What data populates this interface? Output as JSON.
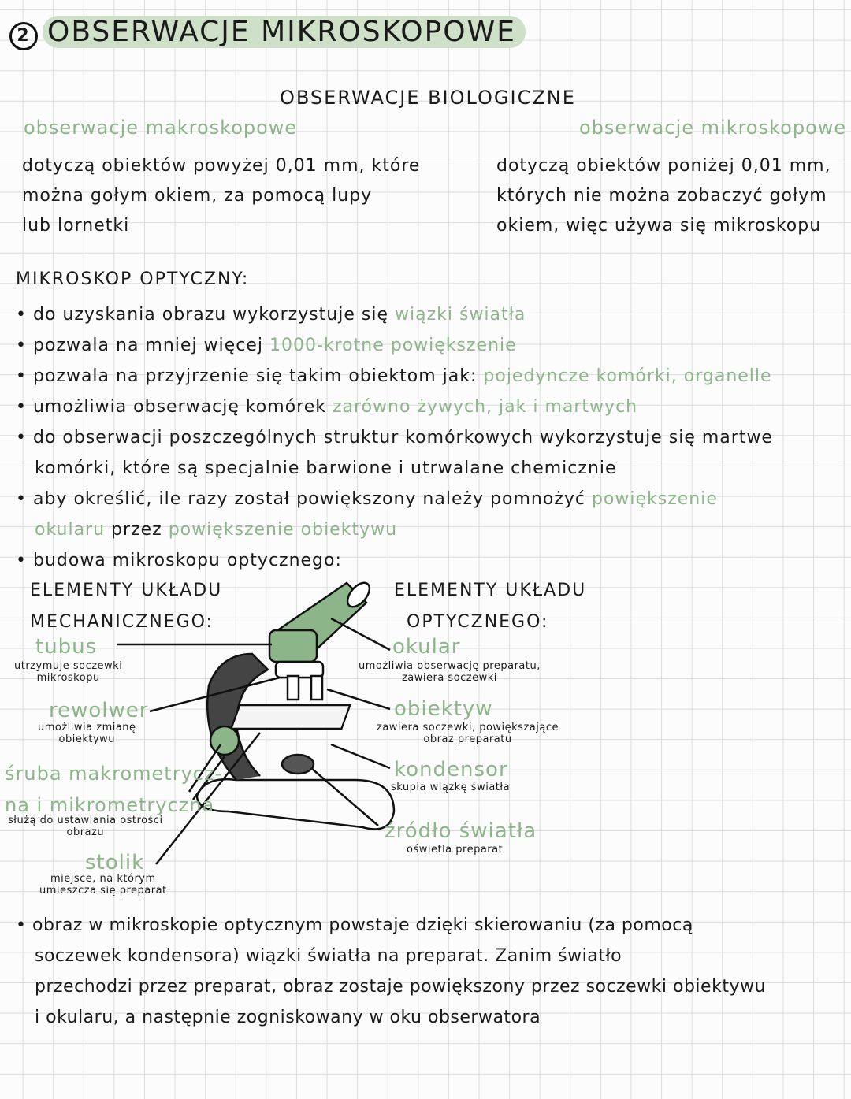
{
  "title": {
    "number": "2",
    "text": "OBSERWACJE MIKROSKOPOWE"
  },
  "header": {
    "center": "OBSERWACJE BIOLOGICZNE",
    "left_title": "obserwacje makroskopowe",
    "left_lines": [
      "dotyczą obiektów powyżej 0,01 mm, które",
      "można gołym okiem, za pomocą lupy",
      "lub lornetki"
    ],
    "right_title": "obserwacje mikroskopowe",
    "right_lines": [
      "dotyczą obiektów poniżej 0,01 mm,",
      "których nie można zobaczyć gołym",
      "okiem, więc używa się mikroskopu"
    ]
  },
  "section": {
    "title": "MIKROSKOP OPTYCZNY:",
    "b1": {
      "text": "do uzyskania obrazu wykorzystuje się ",
      "hl": "wiązki światła"
    },
    "b2": {
      "text": "pozwala na mniej więcej ",
      "hl": "1000-krotne powiększenie"
    },
    "b3": {
      "text": "pozwala na przyjrzenie się takim obiektom jak: ",
      "hl": "pojedyncze komórki, organelle"
    },
    "b4": {
      "text": "umożliwia obserwację komórek ",
      "hl": "zarówno żywych, jak i martwych"
    },
    "b5": [
      "do obserwacji poszczególnych struktur komórkowych wykorzystuje się martwe",
      "komórki, które są specjalnie barwione i utrwalane chemicznie"
    ],
    "b6": {
      "text": "aby określić, ile razy został powiększony należy pomnożyć ",
      "hl1": "powiększenie",
      "hl2": "okularu",
      "mid": " przez ",
      "hl3": "powiększenie obiektywu"
    },
    "b7": "budowa mikroskopu optycznego:"
  },
  "diagram": {
    "mech_title": [
      "ELEMENTY UKŁADU",
      "MECHANICZNEGO:"
    ],
    "opt_title": [
      "ELEMENTY UKŁADU",
      "OPTYCZNEGO:"
    ],
    "tubus": {
      "name": "tubus",
      "desc": [
        "utrzymuje soczewki",
        "mikroskopu"
      ]
    },
    "rewolwer": {
      "name": "rewolwer",
      "desc": [
        "umożliwia zmianę",
        "obiektywu"
      ]
    },
    "sruba": {
      "name": [
        "śruba makrometrycz-",
        "na i mikrometryczna"
      ],
      "desc": [
        "służą do ustawiania ostrości",
        "obrazu"
      ]
    },
    "stolik": {
      "name": "stolik",
      "desc": [
        "miejsce, na którym",
        "umieszcza się preparat"
      ]
    },
    "okular": {
      "name": "okular",
      "desc": [
        "umożliwia obserwację preparatu,",
        "zawiera soczewki"
      ]
    },
    "obiektyw": {
      "name": "obiektyw",
      "desc": [
        "zawiera soczewki, powiększające",
        "obraz preparatu"
      ]
    },
    "kondensor": {
      "name": "kondensor",
      "desc": [
        "skupia wiązkę światła"
      ]
    },
    "zrodlo": {
      "name": "źródło światła",
      "desc": [
        "oświetla preparat"
      ]
    }
  },
  "final": [
    "obraz w mikroskopie optycznym powstaje dzięki skierowaniu (za pomocą",
    "soczewek kondensora) wiązki światła na preparat. Zanim światło",
    "przechodzi przez preparat, obraz zostaje powiększony przez soczewki obiektywu",
    "i okularu, a następnie zogniskowany w oku obserwatora"
  ],
  "colors": {
    "accent": "#8db58a",
    "highlight": "#cfe0c9"
  }
}
